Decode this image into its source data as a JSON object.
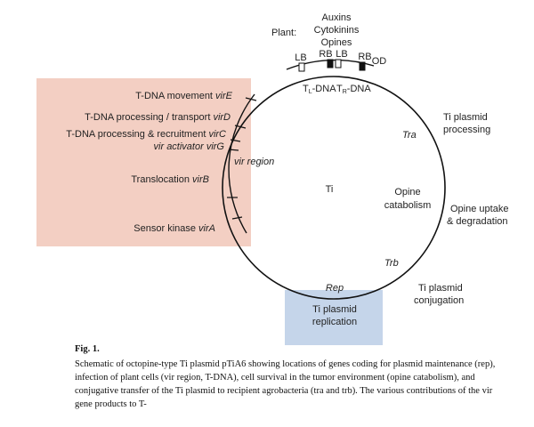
{
  "diagram": {
    "center_label": "Ti",
    "plant_label": "Plant:",
    "plant_signals": [
      "Auxins",
      "Cytokinins",
      "Opines"
    ],
    "border_markers": {
      "lb1": "LB",
      "rb1": "RB",
      "lb2": "LB",
      "rb2": "RB",
      "od": "OD"
    },
    "tdna": {
      "tl_main": "T",
      "tl_sub": "L",
      "tl_suffix": "-DNA",
      "tr_main": "T",
      "tr_sub": "R",
      "tr_suffix": "-DNA"
    },
    "vir_region_label": "vir region",
    "vir_genes": [
      {
        "function": "T-DNA movement ",
        "gene": "virE"
      },
      {
        "function": "T-DNA processing / transport ",
        "gene": "virD"
      },
      {
        "function": "T-DNA processing & recruitment ",
        "gene": "virC"
      },
      {
        "function": "vir activator ",
        "gene": "virG"
      },
      {
        "function": "Translocation ",
        "gene": "virB"
      },
      {
        "function": "Sensor kinase ",
        "gene": "virA"
      }
    ],
    "tra_label": "Tra",
    "tra_function_line1": "Ti plasmid",
    "tra_function_line2": "processing",
    "opine_line1": "Opine",
    "opine_line2": "catabolism",
    "opine_function_line1": "Opine uptake",
    "opine_function_line2": "& degradation",
    "trb_label": "Trb",
    "trb_function_line1": "Ti plasmid",
    "trb_function_line2": "conjugation",
    "rep_label": "Rep",
    "rep_function_line1": "Ti plasmid",
    "rep_function_line2": "replication"
  },
  "colors": {
    "vir_box": "#f3cfc3",
    "rep_box": "#c5d5ea"
  },
  "caption": {
    "label": "Fig. 1.",
    "text": "Schematic of octopine-type Ti plasmid pTiA6 showing locations of genes coding for plasmid maintenance (rep), infection of plant cells (vir region, T-DNA), cell survival in the tumor environment (opine catabolism), and conjugative transfer of the Ti plasmid to recipient agrobacteria (tra and trb). The various contributions of the vir gene products to T-"
  }
}
